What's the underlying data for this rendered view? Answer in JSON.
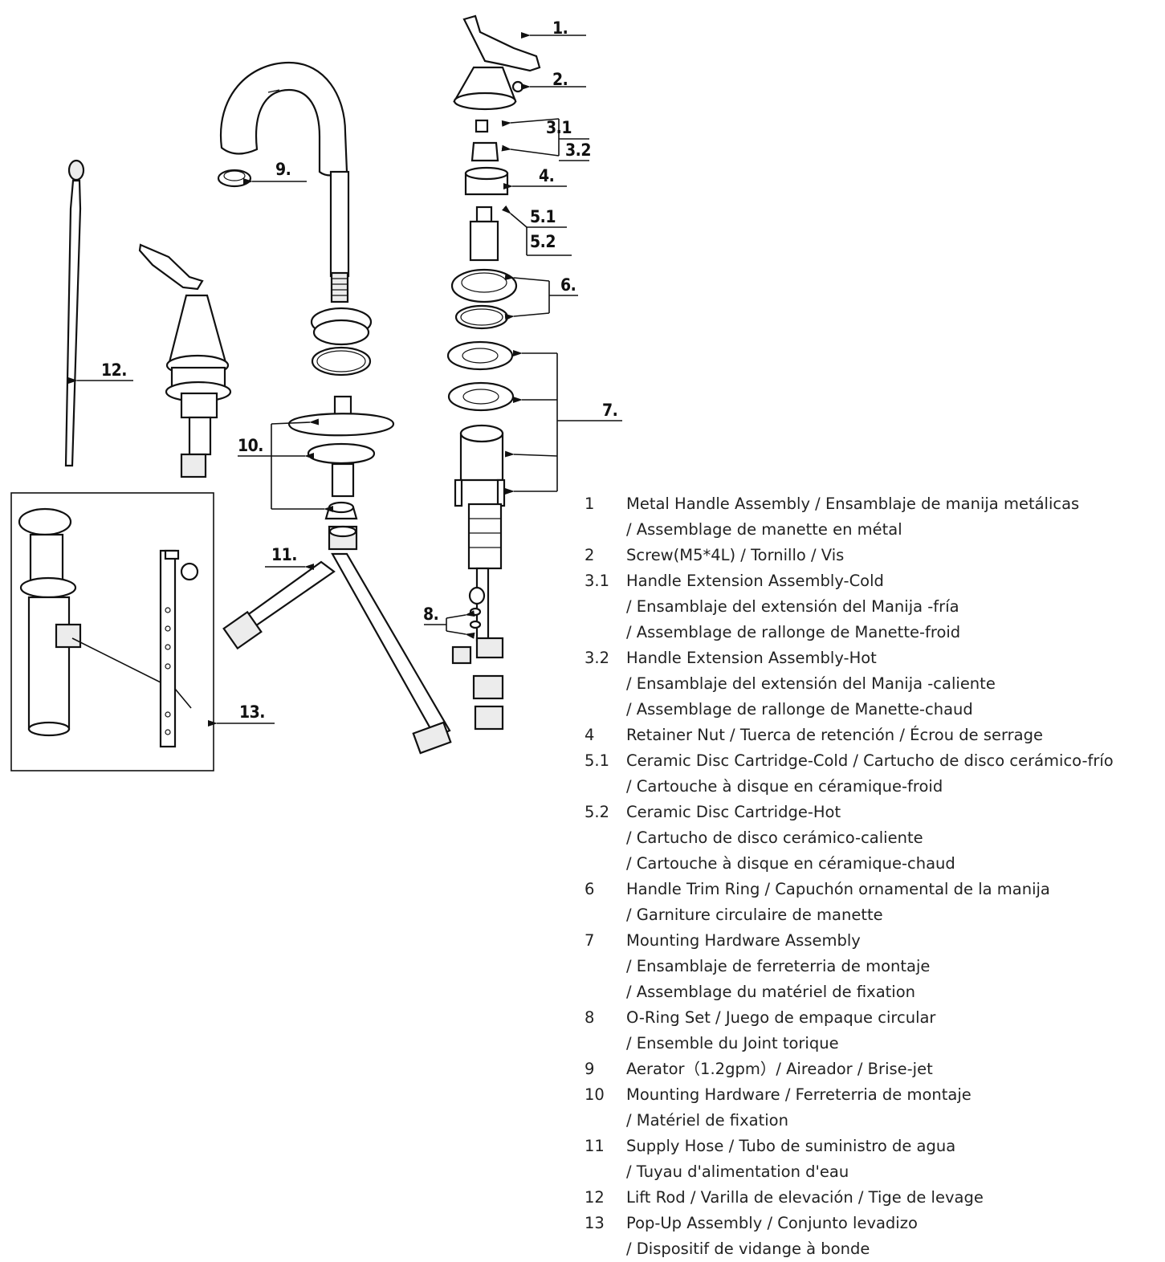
{
  "callouts": {
    "c1": "1.",
    "c2": "2.",
    "c3_1": "3.1",
    "c3_2": "3.2",
    "c4": "4.",
    "c5_1": "5.1",
    "c5_2": "5.2",
    "c6": "6.",
    "c7": "7.",
    "c8": "8.",
    "c9": "9.",
    "c10": "10.",
    "c11": "11.",
    "c12": "12.",
    "c13": "13."
  },
  "legend": [
    {
      "num": "1",
      "lines": [
        "Metal Handle Assembly / Ensamblaje de manija metálicas",
        "/ Assemblage de manette en métal"
      ]
    },
    {
      "num": "2",
      "lines": [
        "Screw(M5*4L) / Tornillo / Vis"
      ]
    },
    {
      "num": "3.1",
      "lines": [
        "Handle Extension Assembly-Cold",
        "/ Ensamblaje del extensión del Manija -fría",
        "/ Assemblage de rallonge de Manette-froid"
      ]
    },
    {
      "num": "3.2",
      "lines": [
        "Handle Extension Assembly-Hot",
        "/ Ensamblaje del extensión del Manija -caliente",
        "/ Assemblage de rallonge de Manette-chaud"
      ]
    },
    {
      "num": "4",
      "lines": [
        "Retainer Nut / Tuerca de retención / Écrou de serrage"
      ]
    },
    {
      "num": "5.1",
      "lines": [
        "Ceramic Disc Cartridge-Cold / Cartucho de disco cerámico-frío",
        " / Cartouche à disque en céramique-froid"
      ]
    },
    {
      "num": "5.2",
      "lines": [
        "Ceramic Disc Cartridge-Hot",
        "/ Cartucho de disco cerámico-caliente",
        "/ Cartouche à disque en céramique-chaud"
      ]
    },
    {
      "num": "6",
      "lines": [
        "Handle Trim Ring / Capuchón ornamental de la manija",
        "/ Garniture circulaire de manette"
      ]
    },
    {
      "num": "7",
      "lines": [
        "Mounting Hardware Assembly",
        "/ Ensamblaje de ferreterria de montaje",
        "/ Assemblage du matériel de fixation"
      ]
    },
    {
      "num": "8",
      "lines": [
        "O-Ring Set / Juego de empaque circular",
        "/ Ensemble du Joint torique"
      ]
    },
    {
      "num": "9",
      "lines": [
        "Aerator（1.2gpm）/ Aireador / Brise-jet"
      ]
    },
    {
      "num": "10",
      "lines": [
        "Mounting Hardware / Ferreterria de montaje",
        "/ Matériel de fixation"
      ]
    },
    {
      "num": "11",
      "lines": [
        "Supply Hose / Tubo de suministro de agua",
        "/ Tuyau d'alimentation d'eau"
      ]
    },
    {
      "num": "12",
      "lines": [
        "Lift Rod / Varilla de elevación / Tige de levage"
      ]
    },
    {
      "num": "13",
      "lines": [
        "Pop-Up Assembly / Conjunto levadizo",
        "/ Dispositif de vidange à bonde"
      ]
    }
  ]
}
